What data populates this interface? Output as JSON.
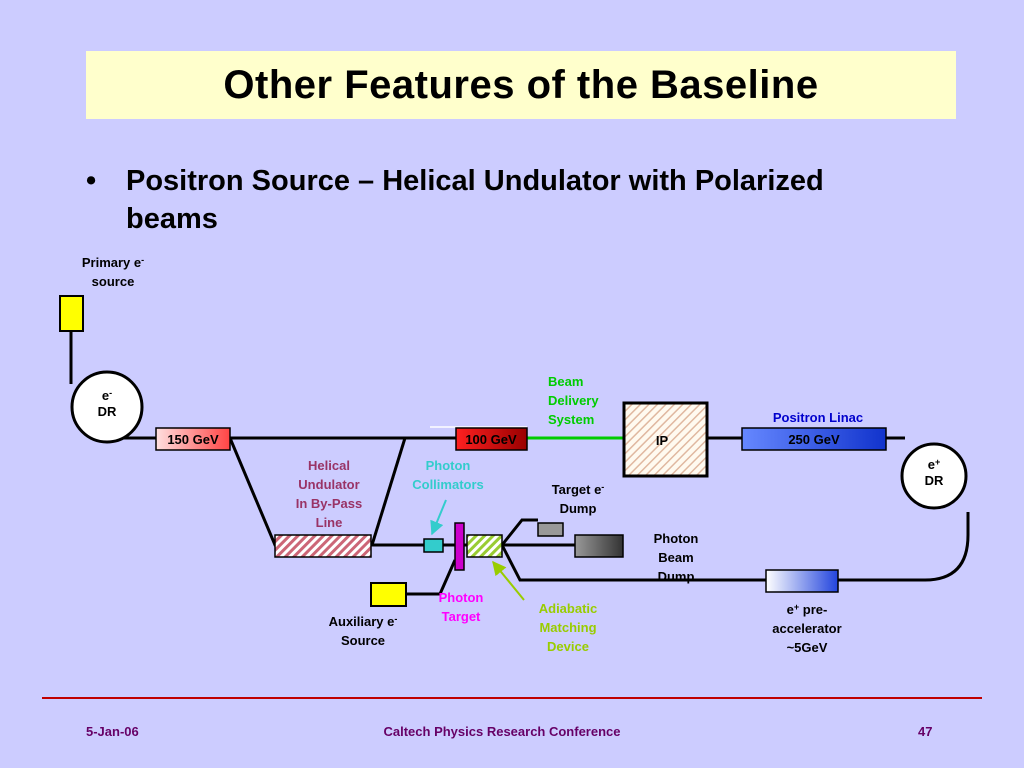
{
  "slide": {
    "title": "Other Features of the Baseline",
    "bullet_glyph": "•",
    "bullet_text": "Positron Source – Helical Undulator with Polarized beams"
  },
  "diagram": {
    "primary_source": [
      "Primary e",
      "-",
      "source"
    ],
    "e_dr": [
      "e",
      "-",
      "DR"
    ],
    "gev_150": "150 GeV",
    "gev_100": "100 GeV",
    "beam_delivery": [
      "Beam",
      "Delivery",
      "System"
    ],
    "ip": "IP",
    "positron_linac": "Positron Linac",
    "gev_250": "250 GeV",
    "pos_dr": [
      "e",
      "+",
      "DR"
    ],
    "helical_undulator": [
      "Helical",
      "Undulator",
      "In By-Pass",
      "Line"
    ],
    "photon_collimators": [
      "Photon",
      "Collimators"
    ],
    "target_dump": [
      "Target e",
      "-",
      "Dump"
    ],
    "photon_beam_dump": [
      "Photon",
      "Beam",
      "Dump"
    ],
    "photon_target": [
      "Photon",
      "Target"
    ],
    "adiabatic": [
      "Adiabatic",
      "Matching",
      "Device"
    ],
    "aux_source": [
      "Auxiliary e",
      "-",
      "Source"
    ],
    "pre_accel": [
      "e",
      "+",
      " pre-",
      "accelerator",
      "~5GeV"
    ]
  },
  "footer": {
    "date": "5-Jan-06",
    "conference": "Caltech Physics Research Conference",
    "page": "47"
  },
  "colors": {
    "background": "#ccccff",
    "title_box": "#ffffcc",
    "footer_text": "#660066",
    "footer_rule": "#c00000",
    "beam_delivery": "#00cc00",
    "positron_linac": "#0000cc",
    "helical_undulator": "#993366",
    "photon_collimators": "#33cccc",
    "photon_target": "#ff00ff",
    "adiabatic": "#99cc00"
  }
}
